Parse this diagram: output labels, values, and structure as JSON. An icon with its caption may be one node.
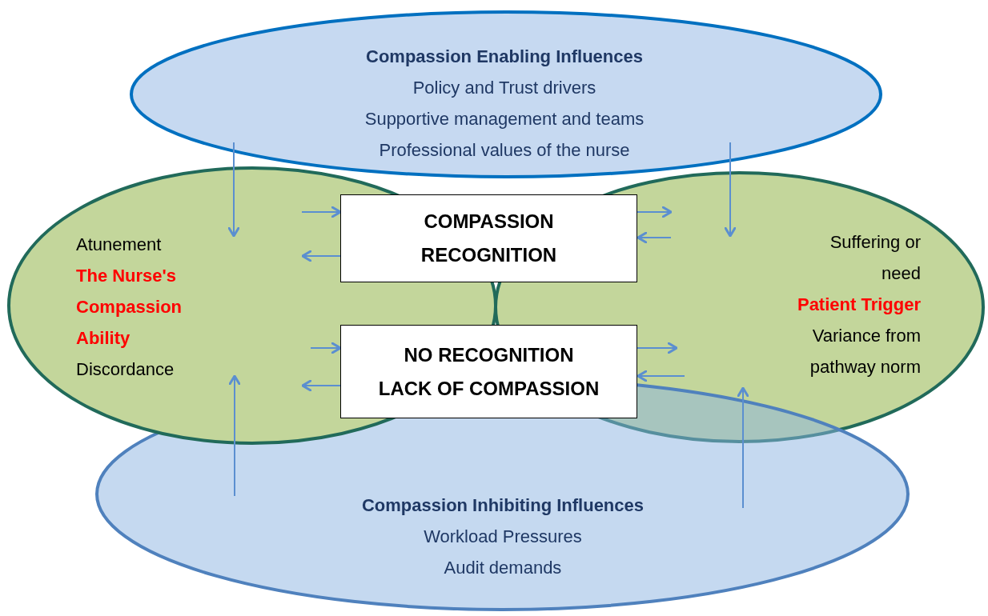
{
  "diagram": {
    "nodes": [
      {
        "text": [
          "Compassion Enabling Influences",
          "Policy and Trust drivers",
          "Supportive management and teams",
          "Professional values of the nurse"
        ]
      },
      {
        "text": [
          "Atunement",
          "The Nurse's Compassion Ability",
          "Discordance"
        ]
      },
      {
        "text": [
          "Suffering or need",
          "Patient Trigger",
          "Variance from pathway norm"
        ]
      },
      {
        "text": [
          "Compassion Inhibiting Influences",
          "Workload Pressures",
          "Audit demands"
        ]
      },
      {
        "text": [
          "COMPASSION RECOGNITION"
        ]
      },
      {
        "text": [
          "NO RECOGNITION",
          "LACK OF COMPASSION"
        ]
      }
    ],
    "edges": [
      {
        "from": 0,
        "to": 1,
        "arrow": "to"
      },
      {
        "from": 0,
        "to": 2,
        "arrow": "to"
      },
      {
        "from": 1,
        "to": 4,
        "arrow": "to"
      },
      {
        "from": 4,
        "to": 1,
        "arrow": "to"
      },
      {
        "from": 4,
        "to": 2,
        "arrow": "to"
      },
      {
        "from": 2,
        "to": 4,
        "arrow": "to"
      },
      {
        "from": 1,
        "to": 5,
        "arrow": "to"
      },
      {
        "from": 5,
        "to": 1,
        "arrow": "to"
      },
      {
        "from": 5,
        "to": 2,
        "arrow": "to"
      },
      {
        "from": 2,
        "to": 5,
        "arrow": "to"
      },
      {
        "from": 3,
        "to": 1,
        "arrow": "to"
      },
      {
        "from": 3,
        "to": 2,
        "arrow": "to"
      }
    ]
  }
}
